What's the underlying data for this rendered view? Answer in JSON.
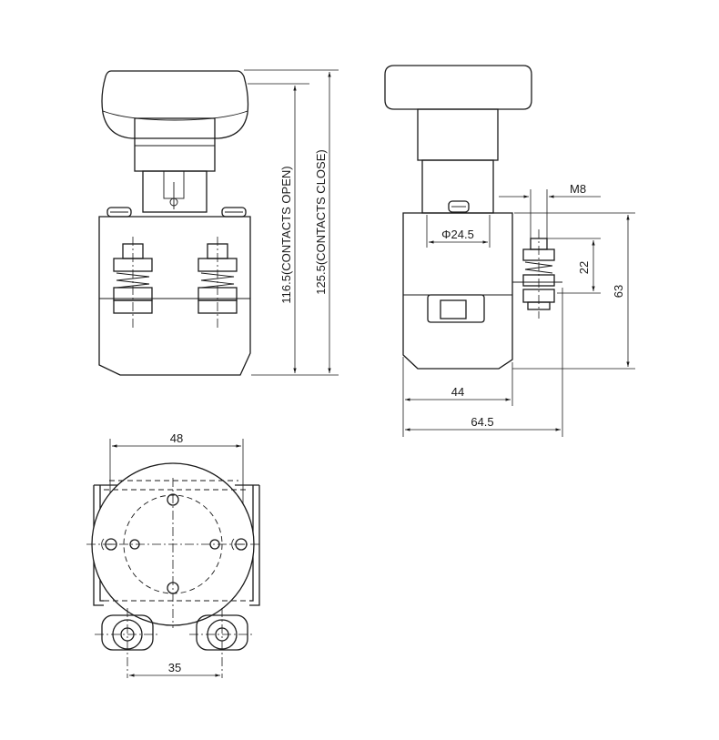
{
  "drawing": {
    "front_view": {
      "dim_height_open": "116.5(CONTACTS OPEN)",
      "dim_height_close": "125.5(CONTACTS CLOSE)"
    },
    "side_view": {
      "dim_thread": "M8",
      "dim_body_diameter": "Φ24.5",
      "dim_terminal_spacing": "22",
      "dim_body_height": "63",
      "dim_depth_body": "44",
      "dim_depth_total": "64.5"
    },
    "top_view": {
      "dim_width": "48",
      "dim_terminal_pitch": "35"
    }
  }
}
